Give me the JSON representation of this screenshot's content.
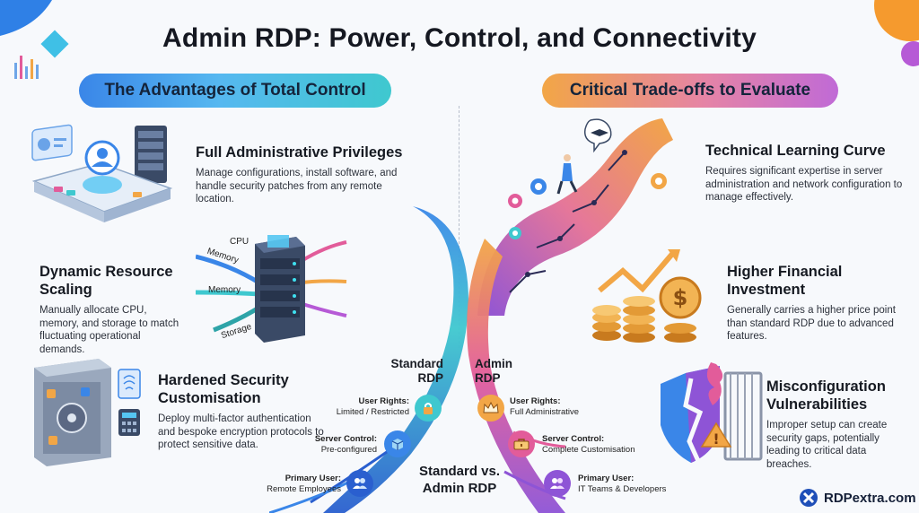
{
  "title": "Admin RDP: Power, Control, and Connectivity",
  "left_header": "The Advantages of Total Control",
  "right_header": "Critical Trade-offs to Evaluate",
  "left": [
    {
      "title": "Full Administrative Privileges",
      "desc": "Manage configurations, install software, and handle security patches from any remote location."
    },
    {
      "title": "Dynamic Resource Scaling",
      "desc": "Manually allocate CPU, memory, and storage to match fluctuating operational demands."
    },
    {
      "title": "Hardened Security Customisation",
      "desc": "Deploy multi-factor authentication and bespoke encryption protocols to protect sensitive data."
    }
  ],
  "right": [
    {
      "title": "Technical Learning Curve",
      "desc": "Requires significant expertise in server administration and network configuration to manage effectively."
    },
    {
      "title": "Higher Financial Investment",
      "desc": "Generally carries a higher price point than standard RDP due to advanced features."
    },
    {
      "title": "Misconfiguration Vulnerabilities",
      "desc": "Improper setup can create security gaps, potentially leading to critical data breaches."
    }
  ],
  "server_labels": {
    "cpu": "CPU",
    "memory1": "Memory",
    "memory2": "Memory",
    "storage": "Storage"
  },
  "comparison": {
    "standard_title": "Standard RDP",
    "admin_title": "Admin RDP",
    "center_title": "Standard vs. Admin RDP",
    "standard": [
      {
        "label": "User Rights:",
        "value": "Limited / Restricted"
      },
      {
        "label": "Server Control:",
        "value": "Pre-configured"
      },
      {
        "label": "Primary User:",
        "value": "Remote Employees"
      }
    ],
    "admin": [
      {
        "label": "User Rights:",
        "value": "Full Administrative"
      },
      {
        "label": "Server Control:",
        "value": "Complete Customisation"
      },
      {
        "label": "Primary User:",
        "value": "IT Teams & Developers"
      }
    ]
  },
  "brand": "RDPextra.com",
  "colors": {
    "blue": "#3a86e8",
    "teal": "#3fc8cf",
    "orange": "#f2a646",
    "purple": "#c06ad6"
  }
}
